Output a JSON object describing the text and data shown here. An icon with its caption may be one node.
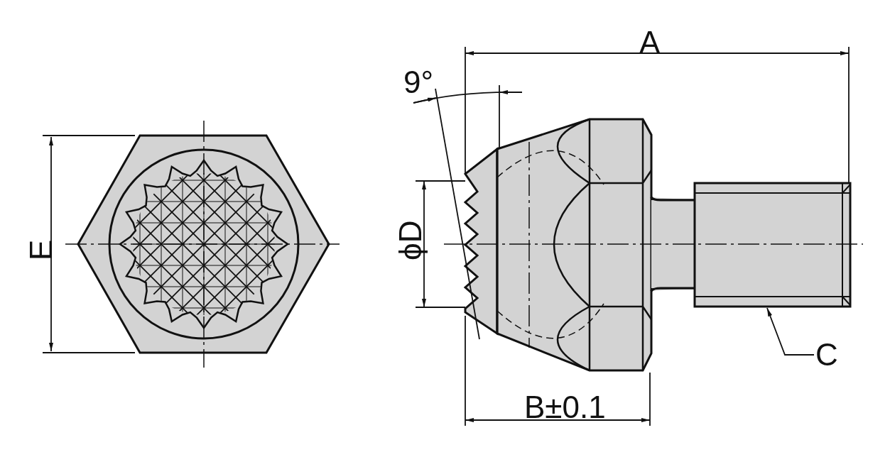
{
  "diagram": {
    "nodes": [
      {
        "text": [
          "C"
        ]
      },
      {
        "text": [],
        "shape": "box"
      }
    ],
    "edges": [
      {
        "from": 0,
        "to": 1,
        "arrow": "to"
      }
    ],
    "labels": [
      "A",
      "9°",
      "E",
      "ϕD",
      "B±0.1"
    ]
  }
}
